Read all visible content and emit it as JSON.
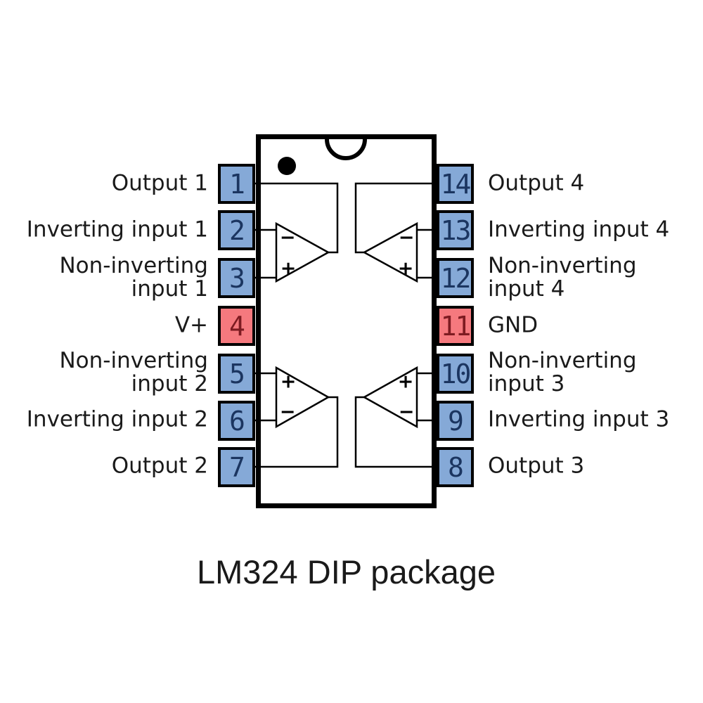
{
  "title": "LM324 DIP package",
  "symbols": {
    "minus": "−",
    "plus": "+"
  },
  "colors": {
    "background": "#ffffff",
    "chip_outline": "#000000",
    "pin_blue": "#85a9d7",
    "pin_red": "#f5797e",
    "pin_number_blue": "#1b3560",
    "pin_number_red": "#7d1b21",
    "label_text": "#1a1a1a"
  },
  "pins": {
    "left": [
      {
        "number": "1",
        "label": "Output 1"
      },
      {
        "number": "2",
        "label": "Inverting input 1"
      },
      {
        "number": "3",
        "label": "Non-inverting\ninput 1"
      },
      {
        "number": "4",
        "label": "V+"
      },
      {
        "number": "5",
        "label": "Non-inverting\ninput 2"
      },
      {
        "number": "6",
        "label": "Inverting input 2"
      },
      {
        "number": "7",
        "label": "Output 2"
      }
    ],
    "right": [
      {
        "number": "14",
        "label": "Output 4"
      },
      {
        "number": "13",
        "label": "Inverting input 4"
      },
      {
        "number": "12",
        "label": "Non-inverting\ninput 4"
      },
      {
        "number": "11",
        "label": "GND"
      },
      {
        "number": "10",
        "label": "Non-inverting\ninput 3"
      },
      {
        "number": "9",
        "label": "Inverting input 3"
      },
      {
        "number": "8",
        "label": "Output 3"
      }
    ]
  }
}
